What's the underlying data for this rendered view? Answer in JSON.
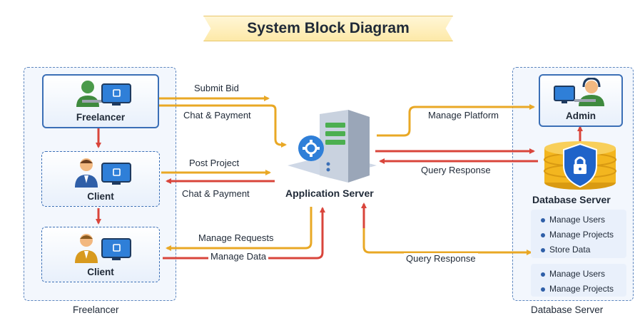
{
  "title": "System Block Diagram",
  "groups": {
    "left": {
      "label": "Freelancer"
    },
    "right": {
      "label": "Database Server"
    }
  },
  "nodes": {
    "freelancer": "Freelancer",
    "client_1": "Client",
    "client_2": "Client",
    "application_server": "Application Server",
    "admin": "Admin",
    "database_server": "Database Server"
  },
  "database_lists": {
    "list_1": [
      "Manage Users",
      "Manage Projects",
      "Store Data"
    ],
    "list_2": [
      "Manage Users",
      "Manage Projects"
    ]
  },
  "connections": {
    "submit_bid": "Submit Bid",
    "chat_payment_1": "Chat & Payment",
    "post_project": "Post Project",
    "chat_payment_2": "Chat & Payment",
    "manage_requests": "Manage Requests",
    "manage_data": "Manage Data",
    "manage_platform": "Manage Platform",
    "query_response_1": "Query Response",
    "query_response_2": "Query Response"
  },
  "colors": {
    "primary_blue": "#3b6fb6",
    "arrow_orange": "#e9a825",
    "arrow_red": "#d9453b",
    "shield_blue": "#1f63c9",
    "db_gold": "#f3b61f"
  },
  "icons": {
    "freelancer": "person-with-laptop-icon",
    "client": "businessman-with-monitor-icon",
    "admin": "support-agent-headset-icon",
    "server": "server-tower-with-gear-icon",
    "database": "database-with-shield-lock-icon"
  }
}
